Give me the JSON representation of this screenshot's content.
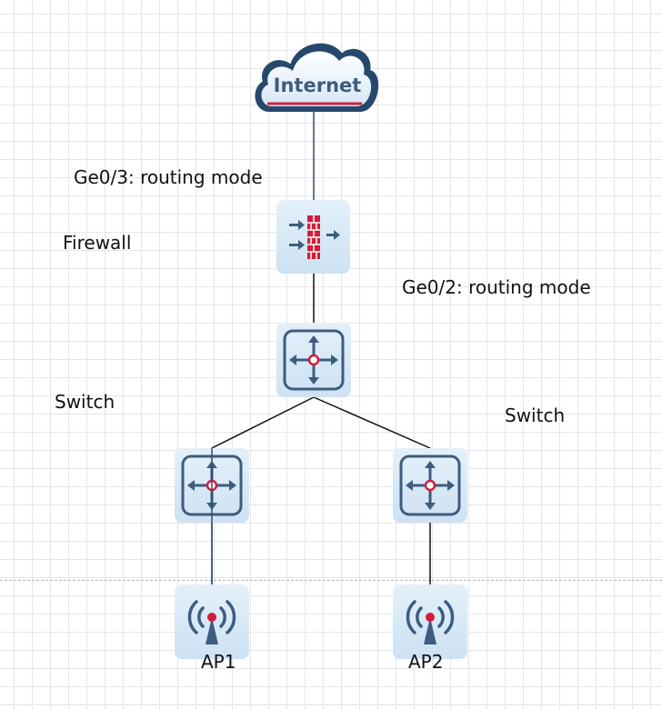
{
  "labels": {
    "ge03": "Ge0/3: routing mode",
    "firewall": "Firewall",
    "ge02": "Ge0/2: routing mode",
    "switch_left": "Switch",
    "switch_right": "Switch",
    "ap1": "AP1",
    "ap2": "AP2"
  },
  "internet": {
    "text": "Internet"
  },
  "icons": {
    "internet": "cloud-icon",
    "firewall": "firewall-icon",
    "switch": "switch-icon",
    "ap": "wireless-ap-icon"
  },
  "colors": {
    "device_bg": "#d5e8f6",
    "device_dark": "#3c5d7f",
    "accent_red": "#d11e3a",
    "link_blue": "#2d4d72",
    "link_black": "#111111"
  }
}
